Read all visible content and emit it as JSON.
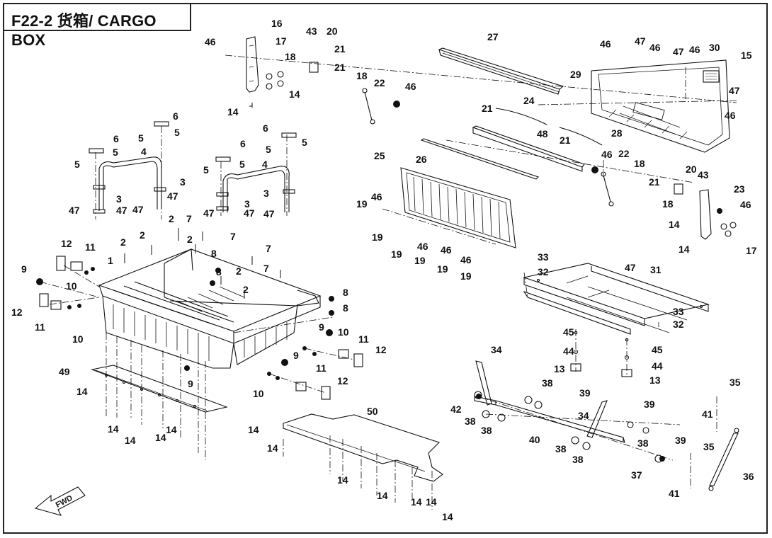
{
  "title": "F22-2 货箱/ CARGO BOX",
  "fwd_label": "FWD",
  "callouts": [
    {
      "id": "c1",
      "text": "1"
    },
    {
      "id": "c2a",
      "text": "2"
    },
    {
      "id": "c2b",
      "text": "2"
    },
    {
      "id": "c2c",
      "text": "2"
    },
    {
      "id": "c2d",
      "text": "2"
    },
    {
      "id": "c2e",
      "text": "2"
    },
    {
      "id": "c2f",
      "text": "2"
    },
    {
      "id": "c3a",
      "text": "3"
    },
    {
      "id": "c3b",
      "text": "3"
    },
    {
      "id": "c3c",
      "text": "3"
    },
    {
      "id": "c3d",
      "text": "3"
    },
    {
      "id": "c4a",
      "text": "4"
    },
    {
      "id": "c4b",
      "text": "4"
    },
    {
      "id": "c5a",
      "text": "5"
    },
    {
      "id": "c5b",
      "text": "5"
    },
    {
      "id": "c5c",
      "text": "5"
    },
    {
      "id": "c5d",
      "text": "5"
    },
    {
      "id": "c5e",
      "text": "5"
    },
    {
      "id": "c5f",
      "text": "5"
    },
    {
      "id": "c5g",
      "text": "5"
    },
    {
      "id": "c5h",
      "text": "5"
    },
    {
      "id": "c6a",
      "text": "6"
    },
    {
      "id": "c6b",
      "text": "6"
    },
    {
      "id": "c6c",
      "text": "6"
    },
    {
      "id": "c6d",
      "text": "6"
    },
    {
      "id": "c7a",
      "text": "7"
    },
    {
      "id": "c7b",
      "text": "7"
    },
    {
      "id": "c7c",
      "text": "7"
    },
    {
      "id": "c7d",
      "text": "7"
    },
    {
      "id": "c8a",
      "text": "8"
    },
    {
      "id": "c8b",
      "text": "8"
    },
    {
      "id": "c8c",
      "text": "8"
    },
    {
      "id": "c8d",
      "text": "8"
    },
    {
      "id": "c9a",
      "text": "9"
    },
    {
      "id": "c9b",
      "text": "9"
    },
    {
      "id": "c9c",
      "text": "9"
    },
    {
      "id": "c9d",
      "text": "9"
    },
    {
      "id": "c10a",
      "text": "10"
    },
    {
      "id": "c10b",
      "text": "10"
    },
    {
      "id": "c10c",
      "text": "10"
    },
    {
      "id": "c10d",
      "text": "10"
    },
    {
      "id": "c11a",
      "text": "11"
    },
    {
      "id": "c11b",
      "text": "11"
    },
    {
      "id": "c11c",
      "text": "11"
    },
    {
      "id": "c11d",
      "text": "11"
    },
    {
      "id": "c12a",
      "text": "12"
    },
    {
      "id": "c12b",
      "text": "12"
    },
    {
      "id": "c12c",
      "text": "12"
    },
    {
      "id": "c12d",
      "text": "12"
    },
    {
      "id": "c13a",
      "text": "13"
    },
    {
      "id": "c13b",
      "text": "13"
    },
    {
      "id": "c14a",
      "text": "14"
    },
    {
      "id": "c14b",
      "text": "14"
    },
    {
      "id": "c14c",
      "text": "14"
    },
    {
      "id": "c14d",
      "text": "14"
    },
    {
      "id": "c14e",
      "text": "14"
    },
    {
      "id": "c14f",
      "text": "14"
    },
    {
      "id": "c14g",
      "text": "14"
    },
    {
      "id": "c14h",
      "text": "14"
    },
    {
      "id": "c14i",
      "text": "14"
    },
    {
      "id": "c14j",
      "text": "14"
    },
    {
      "id": "c14k",
      "text": "14"
    },
    {
      "id": "c14l",
      "text": "14"
    },
    {
      "id": "c14m",
      "text": "14"
    },
    {
      "id": "c14n",
      "text": "14"
    },
    {
      "id": "c14o",
      "text": "14"
    },
    {
      "id": "c14p",
      "text": "14"
    },
    {
      "id": "c15",
      "text": "15"
    },
    {
      "id": "c16",
      "text": "16"
    },
    {
      "id": "c17a",
      "text": "17"
    },
    {
      "id": "c17b",
      "text": "17"
    },
    {
      "id": "c18a",
      "text": "18"
    },
    {
      "id": "c18b",
      "text": "18"
    },
    {
      "id": "c18c",
      "text": "18"
    },
    {
      "id": "c18d",
      "text": "18"
    },
    {
      "id": "c19a",
      "text": "19"
    },
    {
      "id": "c19b",
      "text": "19"
    },
    {
      "id": "c19c",
      "text": "19"
    },
    {
      "id": "c19d",
      "text": "19"
    },
    {
      "id": "c19e",
      "text": "19"
    },
    {
      "id": "c19f",
      "text": "19"
    },
    {
      "id": "c20a",
      "text": "20"
    },
    {
      "id": "c20b",
      "text": "20"
    },
    {
      "id": "c21a",
      "text": "21"
    },
    {
      "id": "c21b",
      "text": "21"
    },
    {
      "id": "c21c",
      "text": "21"
    },
    {
      "id": "c21d",
      "text": "21"
    },
    {
      "id": "c21e",
      "text": "21"
    },
    {
      "id": "c22a",
      "text": "22"
    },
    {
      "id": "c22b",
      "text": "22"
    },
    {
      "id": "c23",
      "text": "23"
    },
    {
      "id": "c24",
      "text": "24"
    },
    {
      "id": "c25",
      "text": "25"
    },
    {
      "id": "c26",
      "text": "26"
    },
    {
      "id": "c27",
      "text": "27"
    },
    {
      "id": "c28",
      "text": "28"
    },
    {
      "id": "c29",
      "text": "29"
    },
    {
      "id": "c30",
      "text": "30"
    },
    {
      "id": "c31",
      "text": "31"
    },
    {
      "id": "c32a",
      "text": "32"
    },
    {
      "id": "c32b",
      "text": "32"
    },
    {
      "id": "c33a",
      "text": "33"
    },
    {
      "id": "c33b",
      "text": "33"
    },
    {
      "id": "c34a",
      "text": "34"
    },
    {
      "id": "c34b",
      "text": "34"
    },
    {
      "id": "c35a",
      "text": "35"
    },
    {
      "id": "c35b",
      "text": "35"
    },
    {
      "id": "c36",
      "text": "36"
    },
    {
      "id": "c37",
      "text": "37"
    },
    {
      "id": "c38a",
      "text": "38"
    },
    {
      "id": "c38b",
      "text": "38"
    },
    {
      "id": "c38c",
      "text": "38"
    },
    {
      "id": "c38d",
      "text": "38"
    },
    {
      "id": "c38e",
      "text": "38"
    },
    {
      "id": "c38f",
      "text": "38"
    },
    {
      "id": "c39a",
      "text": "39"
    },
    {
      "id": "c39b",
      "text": "39"
    },
    {
      "id": "c39c",
      "text": "39"
    },
    {
      "id": "c40",
      "text": "40"
    },
    {
      "id": "c41a",
      "text": "41"
    },
    {
      "id": "c41b",
      "text": "41"
    },
    {
      "id": "c42",
      "text": "42"
    },
    {
      "id": "c43a",
      "text": "43"
    },
    {
      "id": "c43b",
      "text": "43"
    },
    {
      "id": "c44a",
      "text": "44"
    },
    {
      "id": "c44b",
      "text": "44"
    },
    {
      "id": "c45a",
      "text": "45"
    },
    {
      "id": "c45b",
      "text": "45"
    },
    {
      "id": "c46a",
      "text": "46"
    },
    {
      "id": "c46b",
      "text": "46"
    },
    {
      "id": "c46c",
      "text": "46"
    },
    {
      "id": "c46d",
      "text": "46"
    },
    {
      "id": "c46e",
      "text": "46"
    },
    {
      "id": "c46f",
      "text": "46"
    },
    {
      "id": "c46g",
      "text": "46"
    },
    {
      "id": "c46h",
      "text": "46"
    },
    {
      "id": "c46i",
      "text": "46"
    },
    {
      "id": "c46j",
      "text": "46"
    },
    {
      "id": "c46k",
      "text": "46"
    },
    {
      "id": "c46l",
      "text": "46"
    },
    {
      "id": "c47a",
      "text": "47"
    },
    {
      "id": "c47b",
      "text": "47"
    },
    {
      "id": "c47c",
      "text": "47"
    },
    {
      "id": "c47d",
      "text": "47"
    },
    {
      "id": "c47e",
      "text": "47"
    },
    {
      "id": "c47f",
      "text": "47"
    },
    {
      "id": "c47g",
      "text": "47"
    },
    {
      "id": "c47h",
      "text": "47"
    },
    {
      "id": "c47i",
      "text": "47"
    },
    {
      "id": "c47j",
      "text": "47"
    },
    {
      "id": "c47k",
      "text": "47"
    },
    {
      "id": "c48",
      "text": "48"
    },
    {
      "id": "c49",
      "text": "49"
    },
    {
      "id": "c50",
      "text": "50"
    }
  ]
}
